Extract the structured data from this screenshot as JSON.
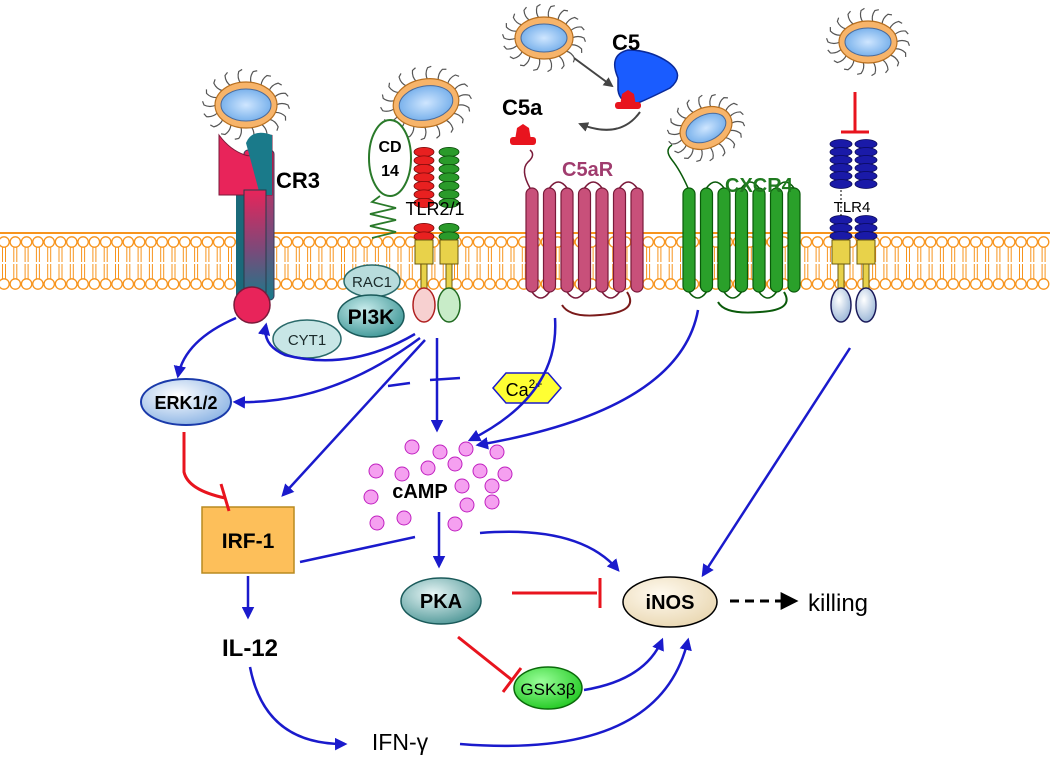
{
  "labels": {
    "cr3": "CR3",
    "cd14_line1": "CD",
    "cd14_line2": "14",
    "tlr21": "TLR2/1",
    "c5": "C5",
    "c5a": "C5a",
    "c5ar": "C5aR",
    "cxcr4": "CXCR4",
    "tlr4": "TLR4",
    "rac1": "RAC1",
    "pi3k": "PI3K",
    "cyt1": "CYT1",
    "erk12": "ERK1/2",
    "ca": "Ca",
    "ca_sup": "2+",
    "camp": "cAMP",
    "irf1": "IRF-1",
    "pka": "PKA",
    "inos": "iNOS",
    "killing": "killing",
    "il12": "IL-12",
    "gsk3b": "GSK3β",
    "ifng": "IFN-γ"
  },
  "colors": {
    "membrane": "#f7941d",
    "activation_arrow": "#1a1acc",
    "inhibition": "#e8141e",
    "cr3_top": "#e8245a",
    "cr3_bottom": "#1a7a8a",
    "c5": "#1a5cff",
    "c5a": "#e8141e",
    "c5ar": "#c8507a",
    "c5ar_label": "#a03c6e",
    "cxcr4": "#2aa02a",
    "cxcr4_label": "#1f7a1f",
    "tlr_red": "#e82020",
    "tlr_green": "#2a9a2a",
    "tlr4": "#1a1aa8",
    "irf1_fill": "#fdbf5a",
    "camp_dots": "#f5a0f0",
    "gsk3b": "#22dd22",
    "erk_fill": "#a8c8f0",
    "pi3k_fill": "#3a9a9a",
    "inos_fill": "#f5e8c8"
  }
}
